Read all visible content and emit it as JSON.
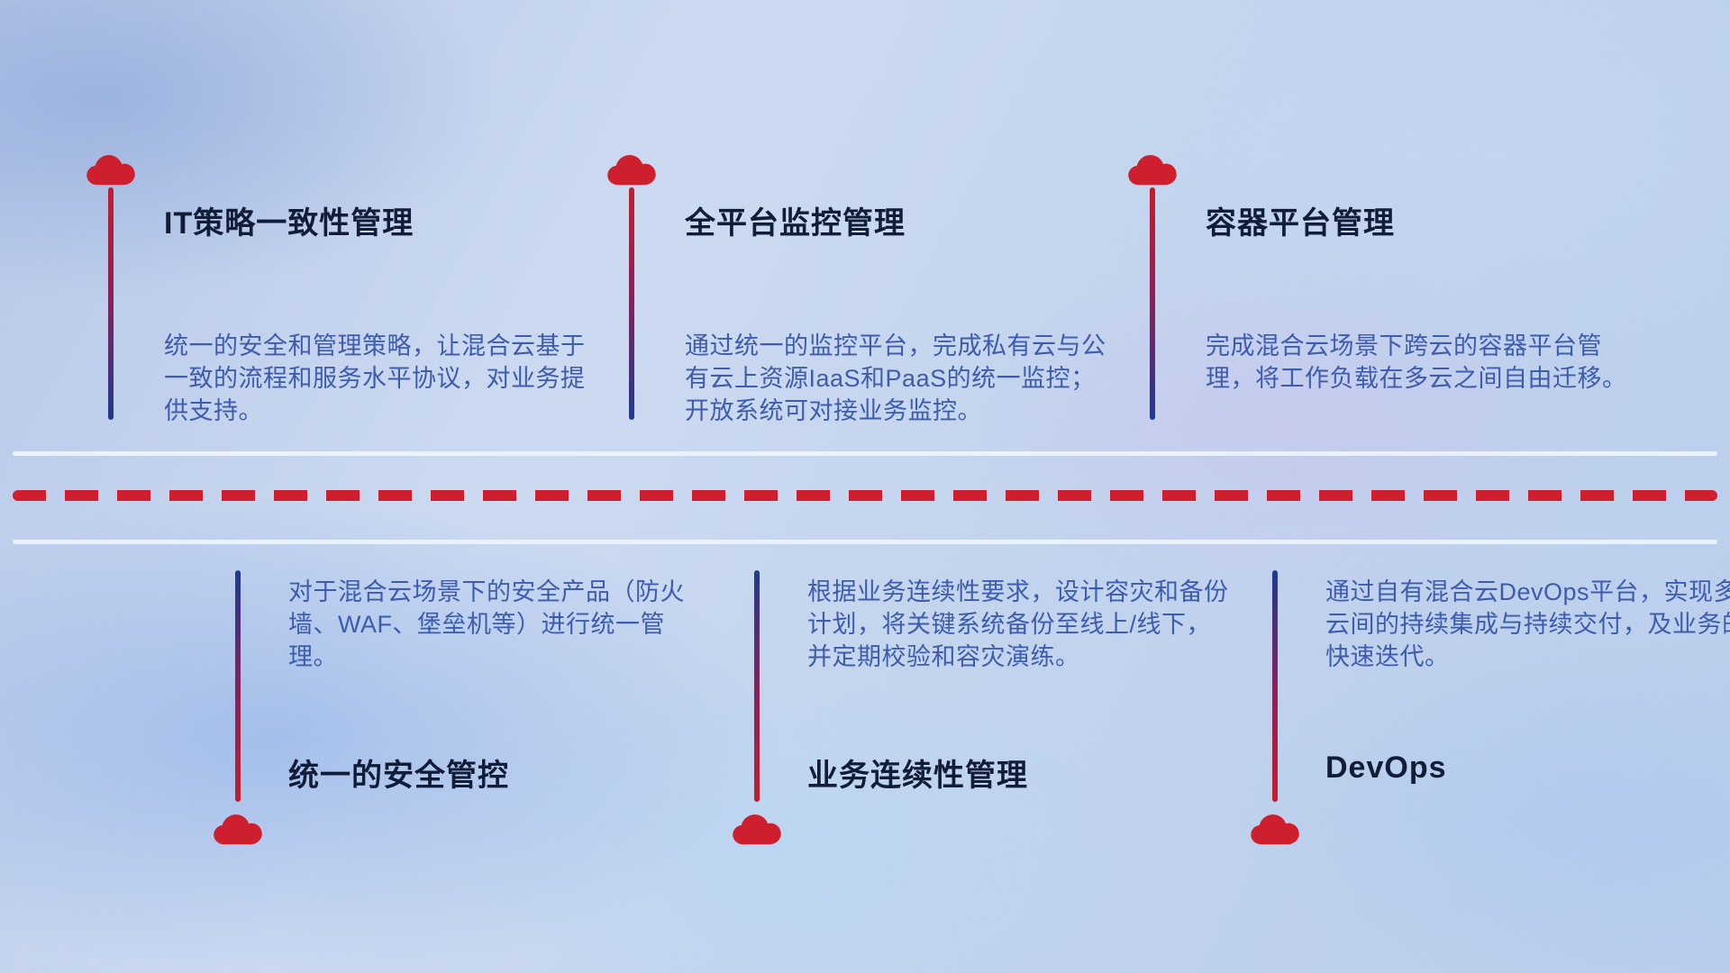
{
  "colors": {
    "accent_red": "#ce1f2e",
    "line_blue": "#1e3a8f",
    "title_text": "#111c38",
    "description_text": "#3e5cae",
    "divider_white": "#f0f4fa",
    "background_blue": "#c3d4ed"
  },
  "top_items": [
    {
      "title": "IT策略一致性管理",
      "description": "统一的安全和管理策略，让混合云基于一致的流程和服务水平协议，对业务提供支持。"
    },
    {
      "title": "全平台监控管理",
      "description": "通过统一的监控平台，完成私有云与公有云上资源IaaS和PaaS的统一监控；开放系统可对接业务监控。"
    },
    {
      "title": "容器平台管理",
      "description": "完成混合云场景下跨云的容器平台管理，将工作负载在多云之间自由迁移。"
    }
  ],
  "bottom_items": [
    {
      "title": "统一的安全管控",
      "description": "对于混合云场景下的安全产品（防火墙、WAF、堡垒机等）进行统一管理。"
    },
    {
      "title": "业务连续性管理",
      "description": "根据业务连续性要求，设计容灾和备份计划，将关键系统备份至线上/线下，并定期校验和容灾演练。"
    },
    {
      "title": "DevOps",
      "description": "通过自有混合云DevOps平台，实现多云间的持续集成与持续交付，及业务的快速迭代。"
    }
  ]
}
